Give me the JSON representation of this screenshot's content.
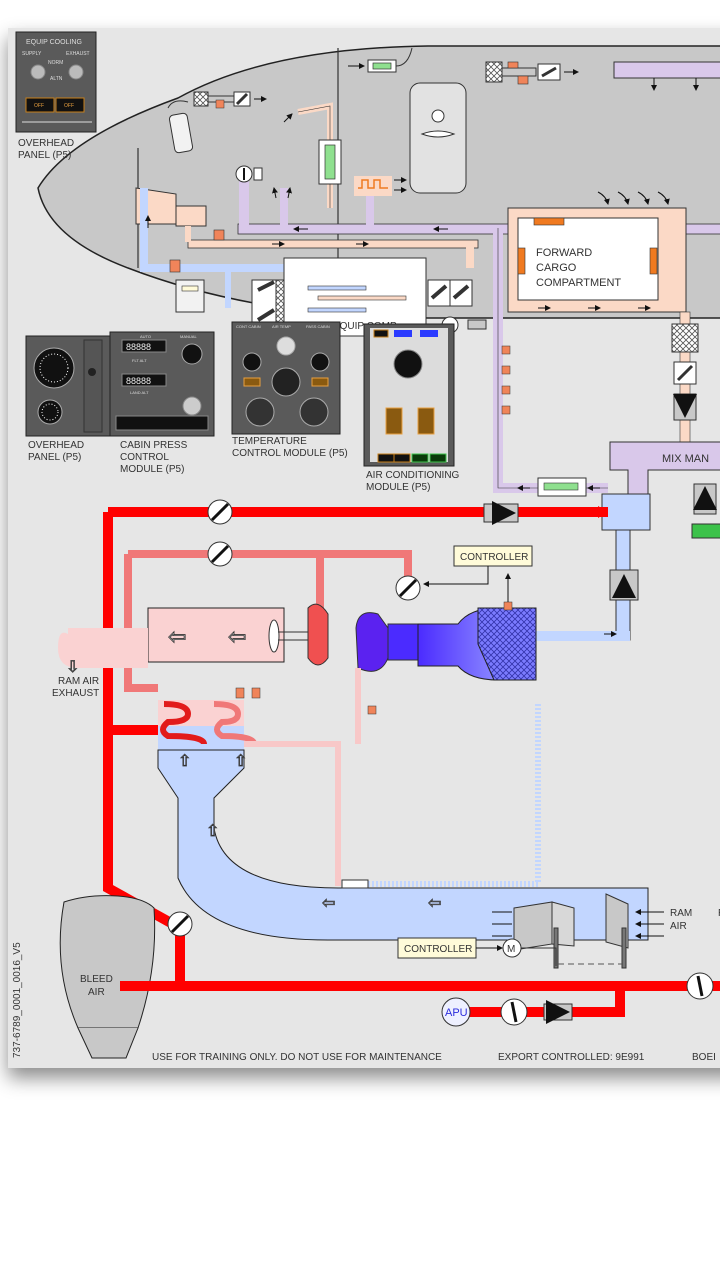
{
  "diagram": {
    "title": "737 Air Conditioning System Schematic",
    "doc_id": "737-6789_0001_0016_V5",
    "footer": {
      "training_notice": "USE FOR TRAINING ONLY. DO NOT USE FOR MAINTENANCE",
      "export_notice": "EXPORT CONTROLLED: 9E991",
      "brand_partial": "BOEI"
    },
    "panels": {
      "equip_cooling": {
        "title": "EQUIP COOLING",
        "supply": "SUPPLY",
        "exhaust": "EXHAUST",
        "norm": "NORM",
        "altn": "ALTN",
        "off_left": "OFF",
        "off_right": "OFF",
        "caption_line1": "OVERHEAD",
        "caption_line2": "PANEL (P5)"
      },
      "overhead_panel": {
        "caption_line1": "OVERHEAD",
        "caption_line2": "PANEL (P5)"
      },
      "cabin_press": {
        "auto": "AUTO",
        "manual": "MANUAL",
        "flt_alt": "FLT ALT",
        "land_alt": "LAND ALT",
        "display1": "88888",
        "display2": "88888",
        "caption_line1": "CABIN PRESS",
        "caption_line2": "CONTROL",
        "caption_line3": "MODULE (P5)"
      },
      "temperature": {
        "cont_cabin": "CONT CABIN",
        "air_temp": "AIR TEMP",
        "pass_cabin": "PASS CABIN",
        "caption_line1": "TEMPERATURE",
        "caption_line2": "CONTROL MODULE (P5)"
      },
      "air_conditioning": {
        "caption_line1": "AIR CONDITIONING",
        "caption_line2": "MODULE (P5)"
      }
    },
    "labels": {
      "forward_cargo_1": "FORWARD",
      "forward_cargo_2": "CARGO",
      "forward_cargo_3": "COMPARTMENT",
      "elec_equip_comp": "ELEC EQUIP COMP",
      "mix_manifold": "MIX MAN",
      "controller_top": "CONTROLLER",
      "controller_bottom": "CONTROLLER",
      "motor": "M",
      "ram_air_exhaust_1": "RAM AIR",
      "ram_air_exhaust_2": "EXHAUST",
      "ram_air_in_1": "RAM",
      "ram_air_in_2": "AIR",
      "ram_partial": "R",
      "bleed_air_1": "BLEED",
      "bleed_air_2": "AIR",
      "apu": "APU"
    },
    "colors": {
      "bleed_hot": "#ff0000",
      "warm": "#f07878",
      "warm_light": "#f8c8c8",
      "cold": "#c2d6ff",
      "cold_deep": "#4b2bff",
      "recirc": "#d9c8ea",
      "cabin_supply": "#fbd9c6",
      "filter_green": "#8fe08f",
      "sensor_orange": "#f0845a",
      "heater_orange": "#f07a20",
      "controller_bg": "#fffbd9"
    }
  }
}
